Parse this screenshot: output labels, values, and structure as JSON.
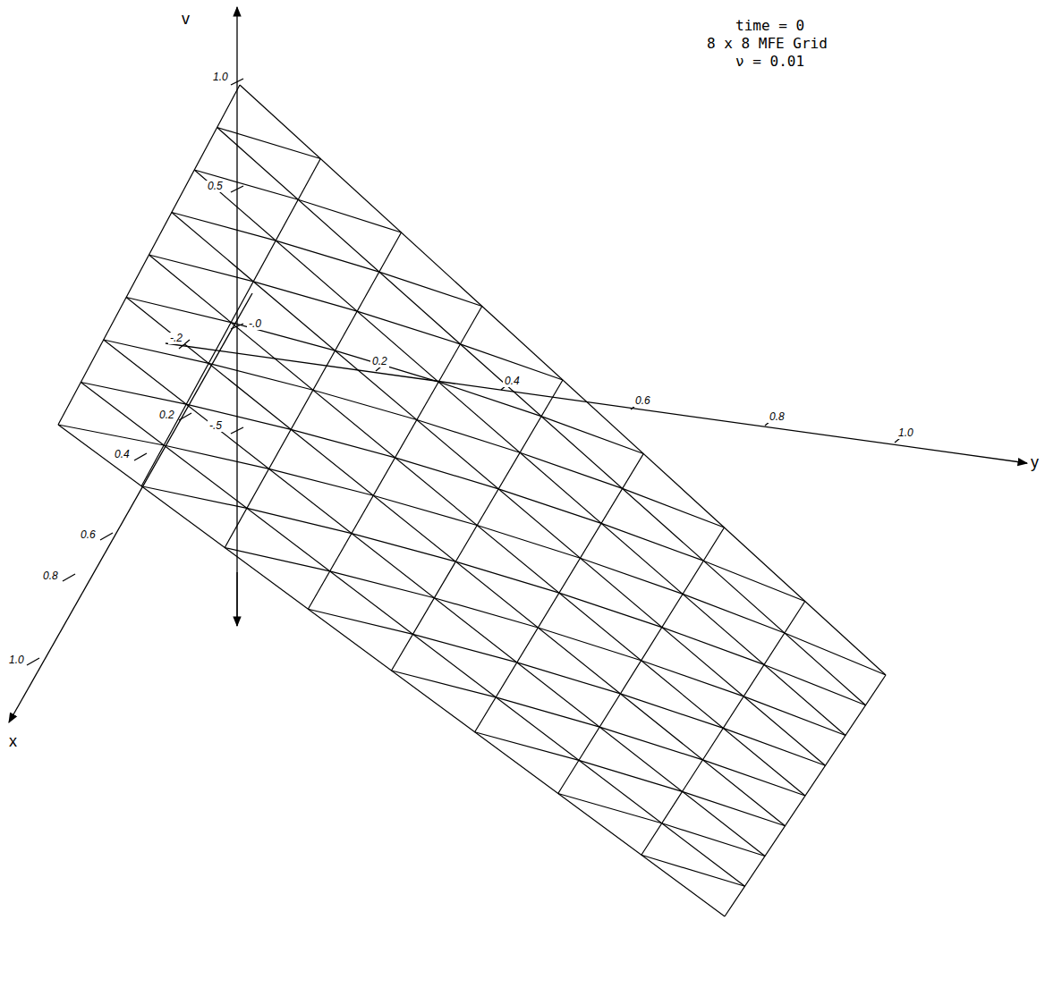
{
  "diagram": {
    "labels": [
      "v",
      "x",
      "y",
      "time = 0",
      "8 x 8 MFE Grid",
      "ν = 0.01",
      "1.0",
      "0.5",
      "-.0",
      "-.5",
      "-.2",
      "0.2",
      "0.4",
      "0.6",
      "0.8",
      "1.0",
      "0.2",
      "0.4",
      "0.6",
      "0.8",
      "1.0"
    ]
  }
}
